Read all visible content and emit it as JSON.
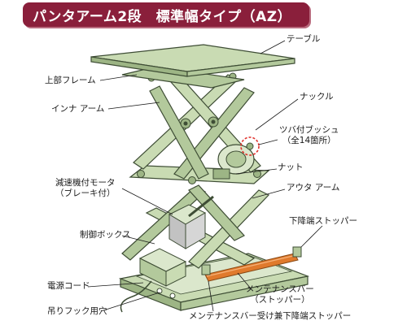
{
  "title": "パンタアーム2段　標準幅タイプ（AZ）",
  "colors": {
    "title_bg": "#8a1f3b",
    "frame": "#c9dbb3",
    "frame_dark": "#9db585",
    "outline": "#3e4d35",
    "stopper": "#e07a2c",
    "leader": "#1a1a1a",
    "highlight": "#e0312c"
  },
  "labels": {
    "table": "テーブル",
    "upper_frame": "上部フレーム",
    "inner_arm": "インナ アーム",
    "knuckle": "ナックル",
    "flange_bush_1": "ツバ付ブッシュ",
    "flange_bush_2": "（全14箇所）",
    "nut": "ナット",
    "outer_arm": "アウタ アーム",
    "motor_1": "減速機付モータ",
    "motor_2": "（ブレーキ付）",
    "control_box": "制御ボックス",
    "lower_stopper": "下降端ストッパー",
    "power_cord": "電源コード",
    "hook_hole": "吊りフック用穴",
    "maint_bar_1": "メンテナンスバー",
    "maint_bar_2": "（ストッパー）",
    "maint_bar_receiver": "メンテナンスバー受け兼下降端ストッパー"
  }
}
